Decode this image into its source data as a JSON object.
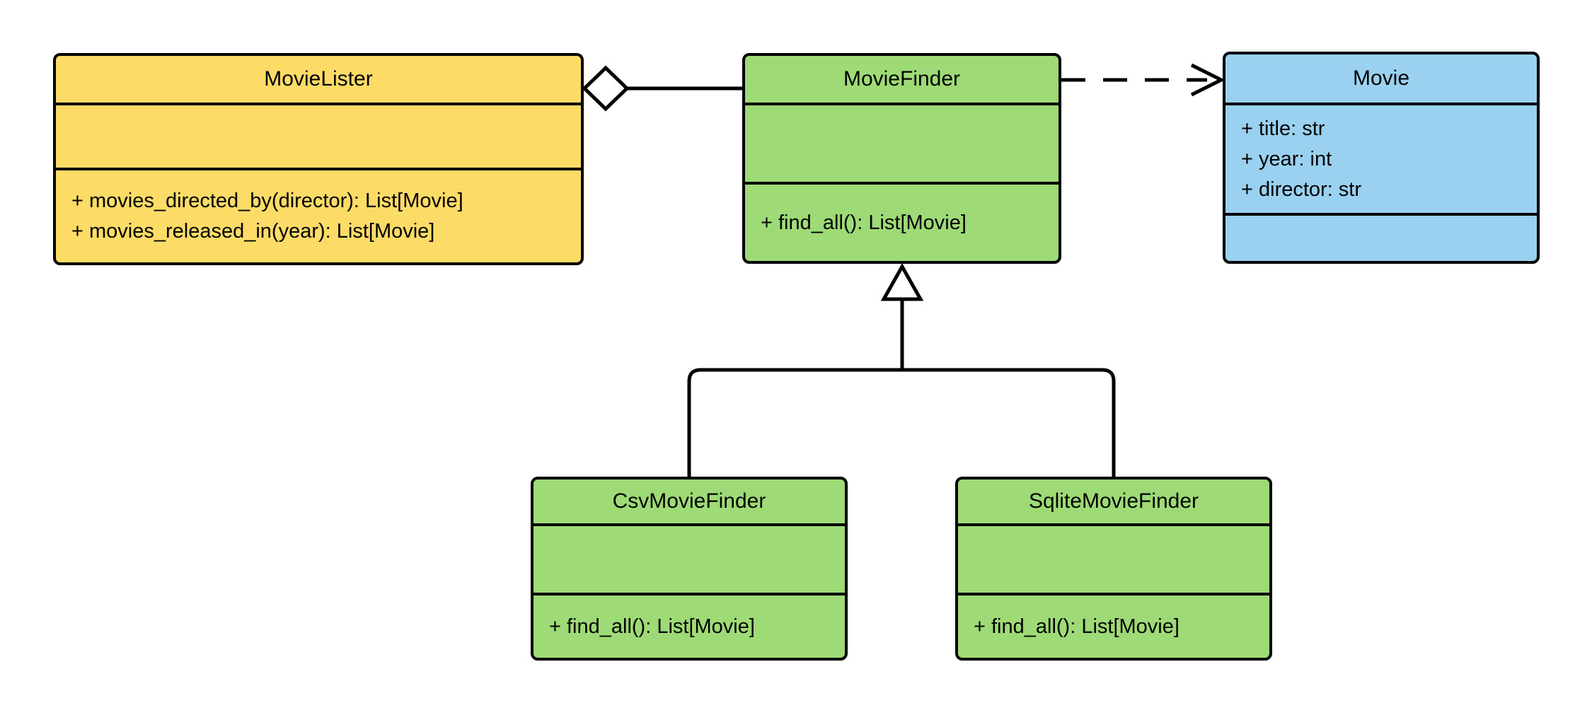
{
  "diagram": {
    "type": "uml-class-diagram",
    "colors": {
      "yellow_fill": "#FDDB67",
      "green_fill": "#9EDA76",
      "blue_fill": "#9AD1F0",
      "line": "#000000",
      "background": "#FFFFFF"
    },
    "classes": [
      {
        "name": "MovieLister",
        "fill": "#FDDB67",
        "attributes": [],
        "methods": [
          "+ movies_directed_by(director): List[Movie]",
          "+ movies_released_in(year): List[Movie]"
        ]
      },
      {
        "name": "MovieFinder",
        "fill": "#9EDA76",
        "attributes": [],
        "methods": [
          "+ find_all(): List[Movie]"
        ]
      },
      {
        "name": "Movie",
        "fill": "#9AD1F0",
        "attributes": [
          "+ title: str",
          "+ year: int",
          "+ director: str"
        ],
        "methods": []
      },
      {
        "name": "CsvMovieFinder",
        "fill": "#9EDA76",
        "attributes": [],
        "methods": [
          "+ find_all(): List[Movie]"
        ]
      },
      {
        "name": "SqliteMovieFinder",
        "fill": "#9EDA76",
        "attributes": [],
        "methods": [
          "+ find_all(): List[Movie]"
        ]
      }
    ],
    "relationships": [
      {
        "type": "aggregation",
        "owner": "MovieLister",
        "part": "MovieFinder",
        "marker": "hollow-diamond-at-owner",
        "line_style": "solid"
      },
      {
        "type": "dependency",
        "from": "MovieFinder",
        "to": "Movie",
        "marker": "open-arrow-at-target",
        "line_style": "dashed"
      },
      {
        "type": "inheritance",
        "child": "CsvMovieFinder",
        "parent": "MovieFinder",
        "marker": "hollow-triangle-at-parent",
        "line_style": "solid"
      },
      {
        "type": "inheritance",
        "child": "SqliteMovieFinder",
        "parent": "MovieFinder",
        "marker": "hollow-triangle-at-parent",
        "line_style": "solid"
      }
    ]
  }
}
